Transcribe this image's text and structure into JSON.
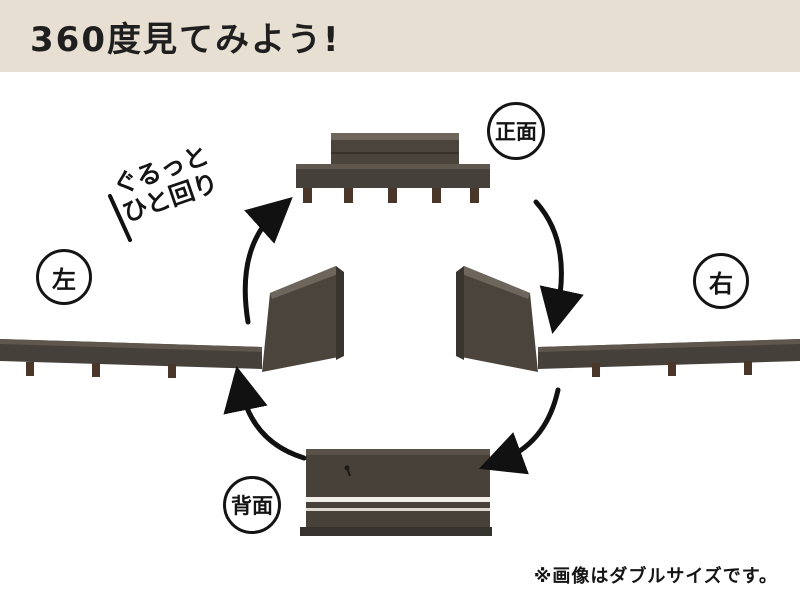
{
  "header": {
    "title": "360度見てみよう!"
  },
  "labels": {
    "front": "正面",
    "right": "右",
    "left": "左",
    "back": "背面"
  },
  "annotation": {
    "line1": "ぐるっと",
    "line2": "ひと回り"
  },
  "note": "※画像はダブルサイズです。",
  "colors": {
    "banner_background": "#e7dfd2",
    "text": "#141414",
    "wood_dark": "#474139",
    "wood_light": "#6e665c",
    "leg_brown": "#4a372a",
    "arrow": "#111111"
  }
}
